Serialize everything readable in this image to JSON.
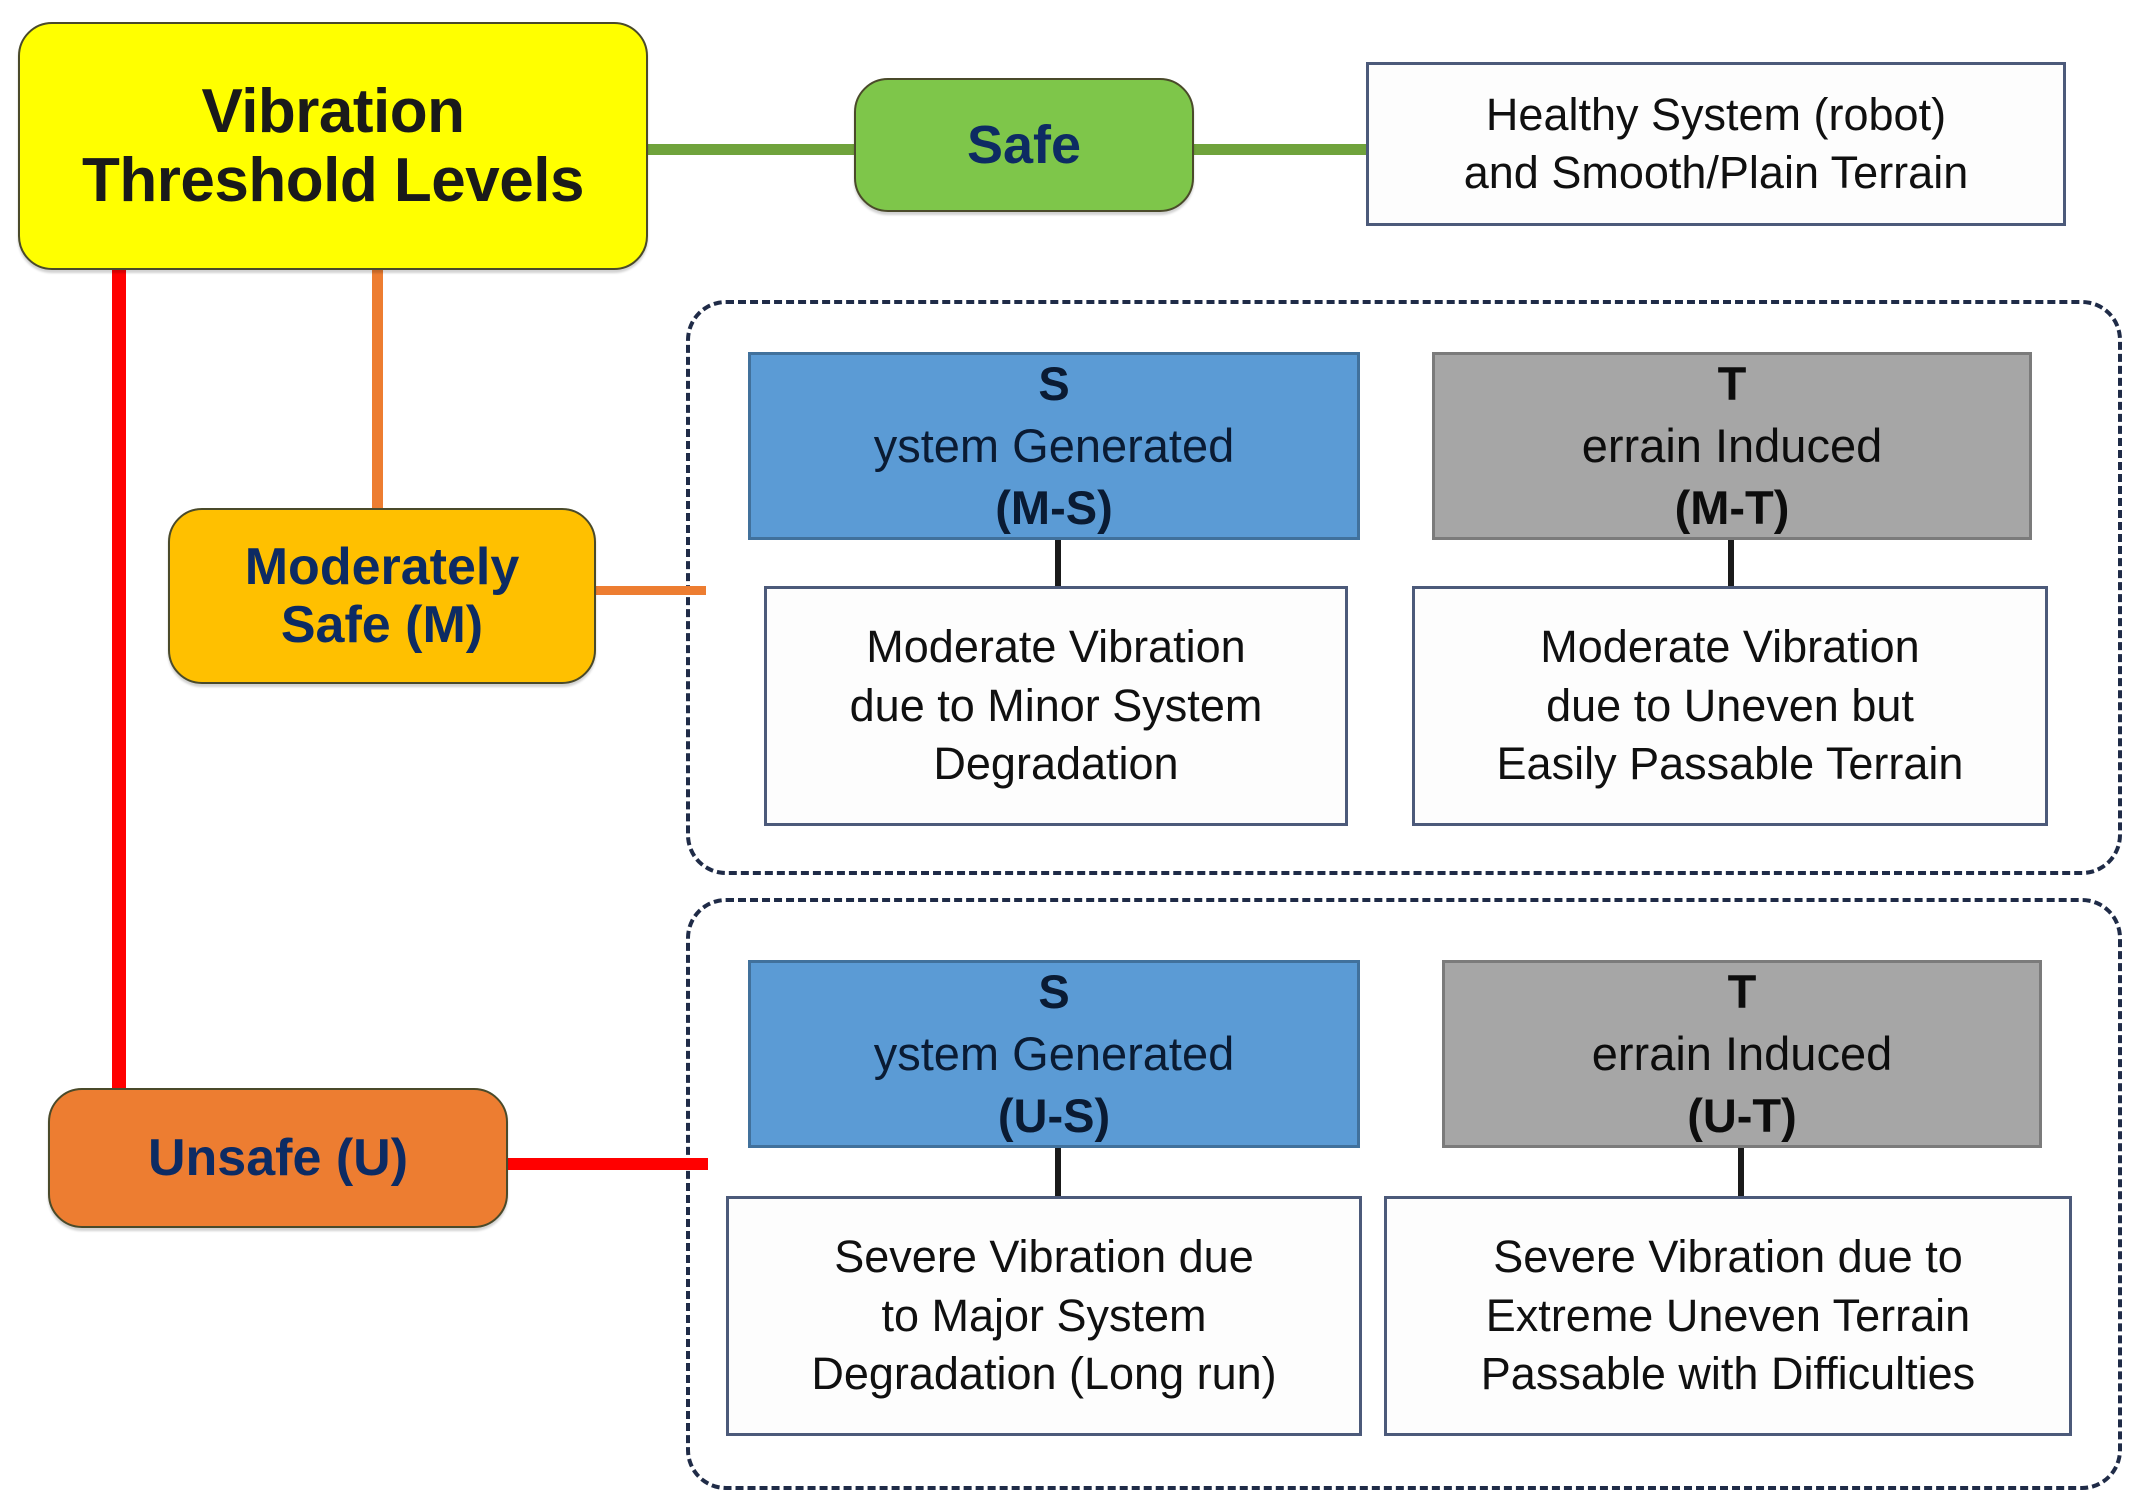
{
  "diagram": {
    "title": "Vibration Threshold Levels",
    "root": {
      "label_line1": "Vibration",
      "label_line2": "Threshold Levels",
      "color": "#ffff00"
    },
    "levels": [
      {
        "id": "safe",
        "label": "Safe",
        "color": "#7ec64a",
        "connector_color": "#70a33c",
        "description": {
          "line1": "Healthy System (robot)",
          "line2": "and Smooth/Plain Terrain"
        }
      },
      {
        "id": "moderately-safe",
        "label_line1": "Moderately",
        "label_line2": "Safe (M)",
        "color": "#ffc000",
        "connector_color": "#ed7d31"
      },
      {
        "id": "unsafe",
        "label": "Unsafe (U)",
        "color": "#ed7d31",
        "connector_color": "#ff0000"
      }
    ],
    "groups": [
      {
        "id": "moderate-group",
        "parent": "Moderately Safe (M)",
        "categories": [
          {
            "id": "m-s",
            "initial": "S",
            "rest": "ystem Generated",
            "code": "(M-S)",
            "color": "#5b9bd5",
            "description": {
              "line1": "Moderate Vibration",
              "line2": "due to Minor System",
              "line3": "Degradation"
            }
          },
          {
            "id": "m-t",
            "initial": "T",
            "rest": "errain Induced",
            "code": "(M-T)",
            "color": "#a6a6a6",
            "description": {
              "line1": "Moderate Vibration",
              "line2": "due to Uneven but",
              "line3": "Easily Passable Terrain"
            }
          }
        ]
      },
      {
        "id": "unsafe-group",
        "parent": "Unsafe (U)",
        "categories": [
          {
            "id": "u-s",
            "initial": "S",
            "rest": "ystem Generated",
            "code": "(U-S)",
            "color": "#5b9bd5",
            "description": {
              "line1": "Severe Vibration due",
              "line2": "to Major System",
              "line3": "Degradation (Long run)"
            }
          },
          {
            "id": "u-t",
            "initial": "T",
            "rest": "errain Induced",
            "code": "(U-T)",
            "color": "#a6a6a6",
            "description": {
              "line1": "Severe Vibration due to",
              "line2": "Extreme Uneven Terrain",
              "line3": "Passable with Difficulties"
            }
          }
        ]
      }
    ]
  }
}
